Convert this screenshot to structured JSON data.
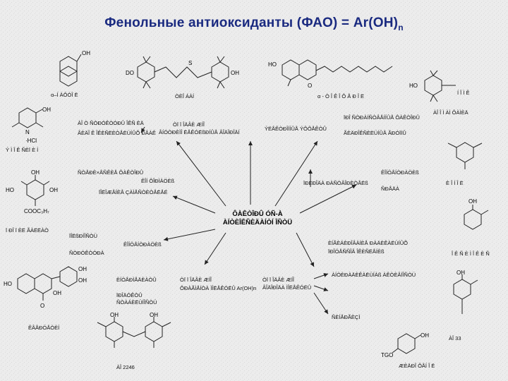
{
  "title": {
    "main": "Фенольные антиоксиданты (ФАО) = Ar(OH)",
    "subscript": "n"
  },
  "center": {
    "line1": "ÔÀÊÒÎÐÛ ÓÑ-À",
    "line2": "ÀÍÒÈÎÊÑÈÄÀÍÒÍ ÎÑÒÜ"
  },
  "chem": {
    "OH": "OH",
    "HO": "HO",
    "O": "O",
    "S": "S",
    "N": "N",
    "HCl": "·HCl",
    "COOC3H7": "COOC₃H₇",
    "ArOHn": "Ar(OH)",
    "DO": "DO",
    "TGO": "TGO",
    "O_label": "O",
    "OH_label": "OH"
  },
  "compounds": {
    "naphthol": "α–Í ÀÔÒÎ Ë",
    "bisphenol_s": "ÒÈÎ ÁÀÍ",
    "tocopherol": "α - Ò Î Ê Î Ô Å Ð Î Ë",
    "bht_amide": "ÀÎ Î Ì ÀÌ ÔÀÌÈÄ",
    "bht_amide_top": "Í Î Ì Ê",
    "emoxipin": "Ý Ì Î Ê ÑÈÏ È Í",
    "gallate": "Ï ÐÎ Ï ÈË ÃÀËËÀÒ",
    "ionol": "È Î Í Î Ë",
    "quercetin": "ÊÂÅÐÖÅÒÈÍ",
    "dibunol": "Î Ê Ñ È Ì Î Ê È Ñ",
    "ao2246": "ÀÎ 2246",
    "ao33": "ÀÎ 33",
    "hydroquinone": "ÆÈÄÐÎ ÔÅÍ Î Ë"
  },
  "labels": {
    "tl1": "ÀÎ Ò ÑÒÐÓÊÒÓÐÛ ÎÊÑ ÈÄ",
    "tl2": "ÂÈÄÎ Ê ÎÊÈÑËÈÒÅËÜÍÛÕ ÐÅÀÊ",
    "tc1": "ÒÏ Ï ÎÄÂÈ ÆÍÎ",
    "tc2": "ÂÍÓÒÐÈÌÎ ËÅÊÓËßÐÍÛÅ ÂÎÄÎÐÎÄÍ",
    "tr1": "ÏÐÎ ÑÒÐÀÍÑÒÂÅÍÍÛÅ ÔÀÊÒÎÐÛ",
    "tr2": "ÝËÅÊÒÐÎÍÍÛÅ ÝÔÔÅÊÒÛ",
    "tr3": "ÃÈÄÐÎÊÑÈËÜÍÛÅ ÃÐÓÏÏÛ",
    "ml1": "ÑÒÅÐÈ×ÅÑÊÈÅ ÔÀÊÒÎÐÛ",
    "ml2": "ÊÎÍ ÔÎÐÌÀÖÈß",
    "ml3": "ÏÎËÎÆÅÍÈÅ ÇÀÌÅÑÒÈÒÅËÅÉ",
    "mr1": "ÊÎÍÖÅÍÒÐÀÖÈß",
    "mr2": "ÏÐÈÐÎÄÀ ÐÀÑÒÂÎÐÈÒÅËß",
    "mr3": "ÑÐÅÄÀ",
    "l1": "ÏÎËßÐÍÎÑÒÜ",
    "l2": "ÊÎÍÖÅÍÒÐÀÖÈß",
    "l3": "ÑÒÐÓÊÒÓÐÀ",
    "bl1": "ÈÍÒÅÐÌÅÄÈÀÒÛ",
    "bl2": "ÏÐÎÄÓÊÒÛ",
    "bl3": "ÑÒÀÁÈËÜÍÎÑÒÜ",
    "bc1": "ÒÏ Ï ÎÄÂÈ ÆÍÎ",
    "bc2": "ÔÐÀÃÌÅÍÒÀ ÌÎËÅÊÓËÛ Ar(OH)n",
    "br1": "ÒÏ Ï ÎÄÂÈ ÆÍÎ",
    "br2": "ÂÎÄÎÐÎÄÀ ÌÎËÅÊÓËÛ",
    "rr1": "ÈÍÃÈÁÈÐÎÂÀÍÈÅ ÐÀÄÈÊÀËÜÍÛÕ",
    "rr2": "ÏÐÎÖÅÑÑÎÂ ÎÊÈÑËÅÍÈß",
    "rr3": "ÀÍÒÈÐÀÄÈÊÀËÜÍÀß ÀÊÒÈÂÍÎÑÒÜ",
    "rr4": "ÑÈÍÅÐÃÈÇÌ"
  }
}
